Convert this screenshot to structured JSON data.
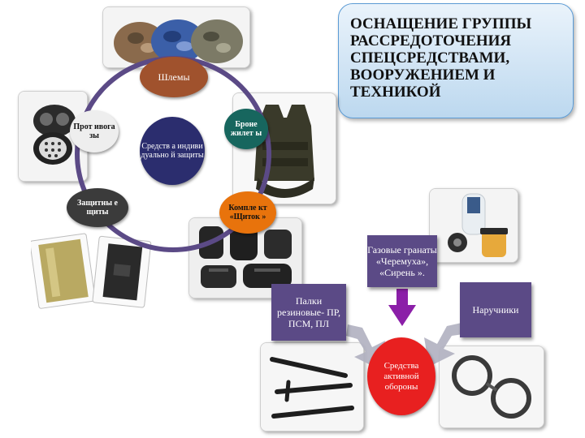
{
  "title": "ОСНАЩЕНИЕ ГРУППЫ РАССРЕДОТОЧЕНИЯ СПЕЦСРЕДСТВАМИ, ВООРУЖЕНИЕМ И ТЕХНИКОЙ",
  "cycle": {
    "center": "Средств а индиви дуально й защиты",
    "helmets": "Шлемы",
    "gas_masks": "Прот ивога зы",
    "body_armor": "Броне жилет ы",
    "shields": "Защитны е щиты",
    "shchitok_kit": "Компле кт «Щиток »"
  },
  "active_defense": {
    "batons": "Палки резиновые- ПР, ПСМ, ПЛ",
    "grenades": "Газовые гранаты «Черемуха», «Сирень ».",
    "handcuffs": "Наручники",
    "center": "Средства активной обороны"
  },
  "colors": {
    "helmets_node": "#a0522d",
    "center_node": "#2b2d6e",
    "armor_node": "#17665e",
    "kit_node": "#e8730c",
    "gas_mask_node": "#eeeeee",
    "shields_node": "#3b3b3b",
    "purple_box": "#5b4a86",
    "active_node": "#e82020",
    "ring": "#5b4a86",
    "arrow_fill": "#8b1fa8"
  }
}
